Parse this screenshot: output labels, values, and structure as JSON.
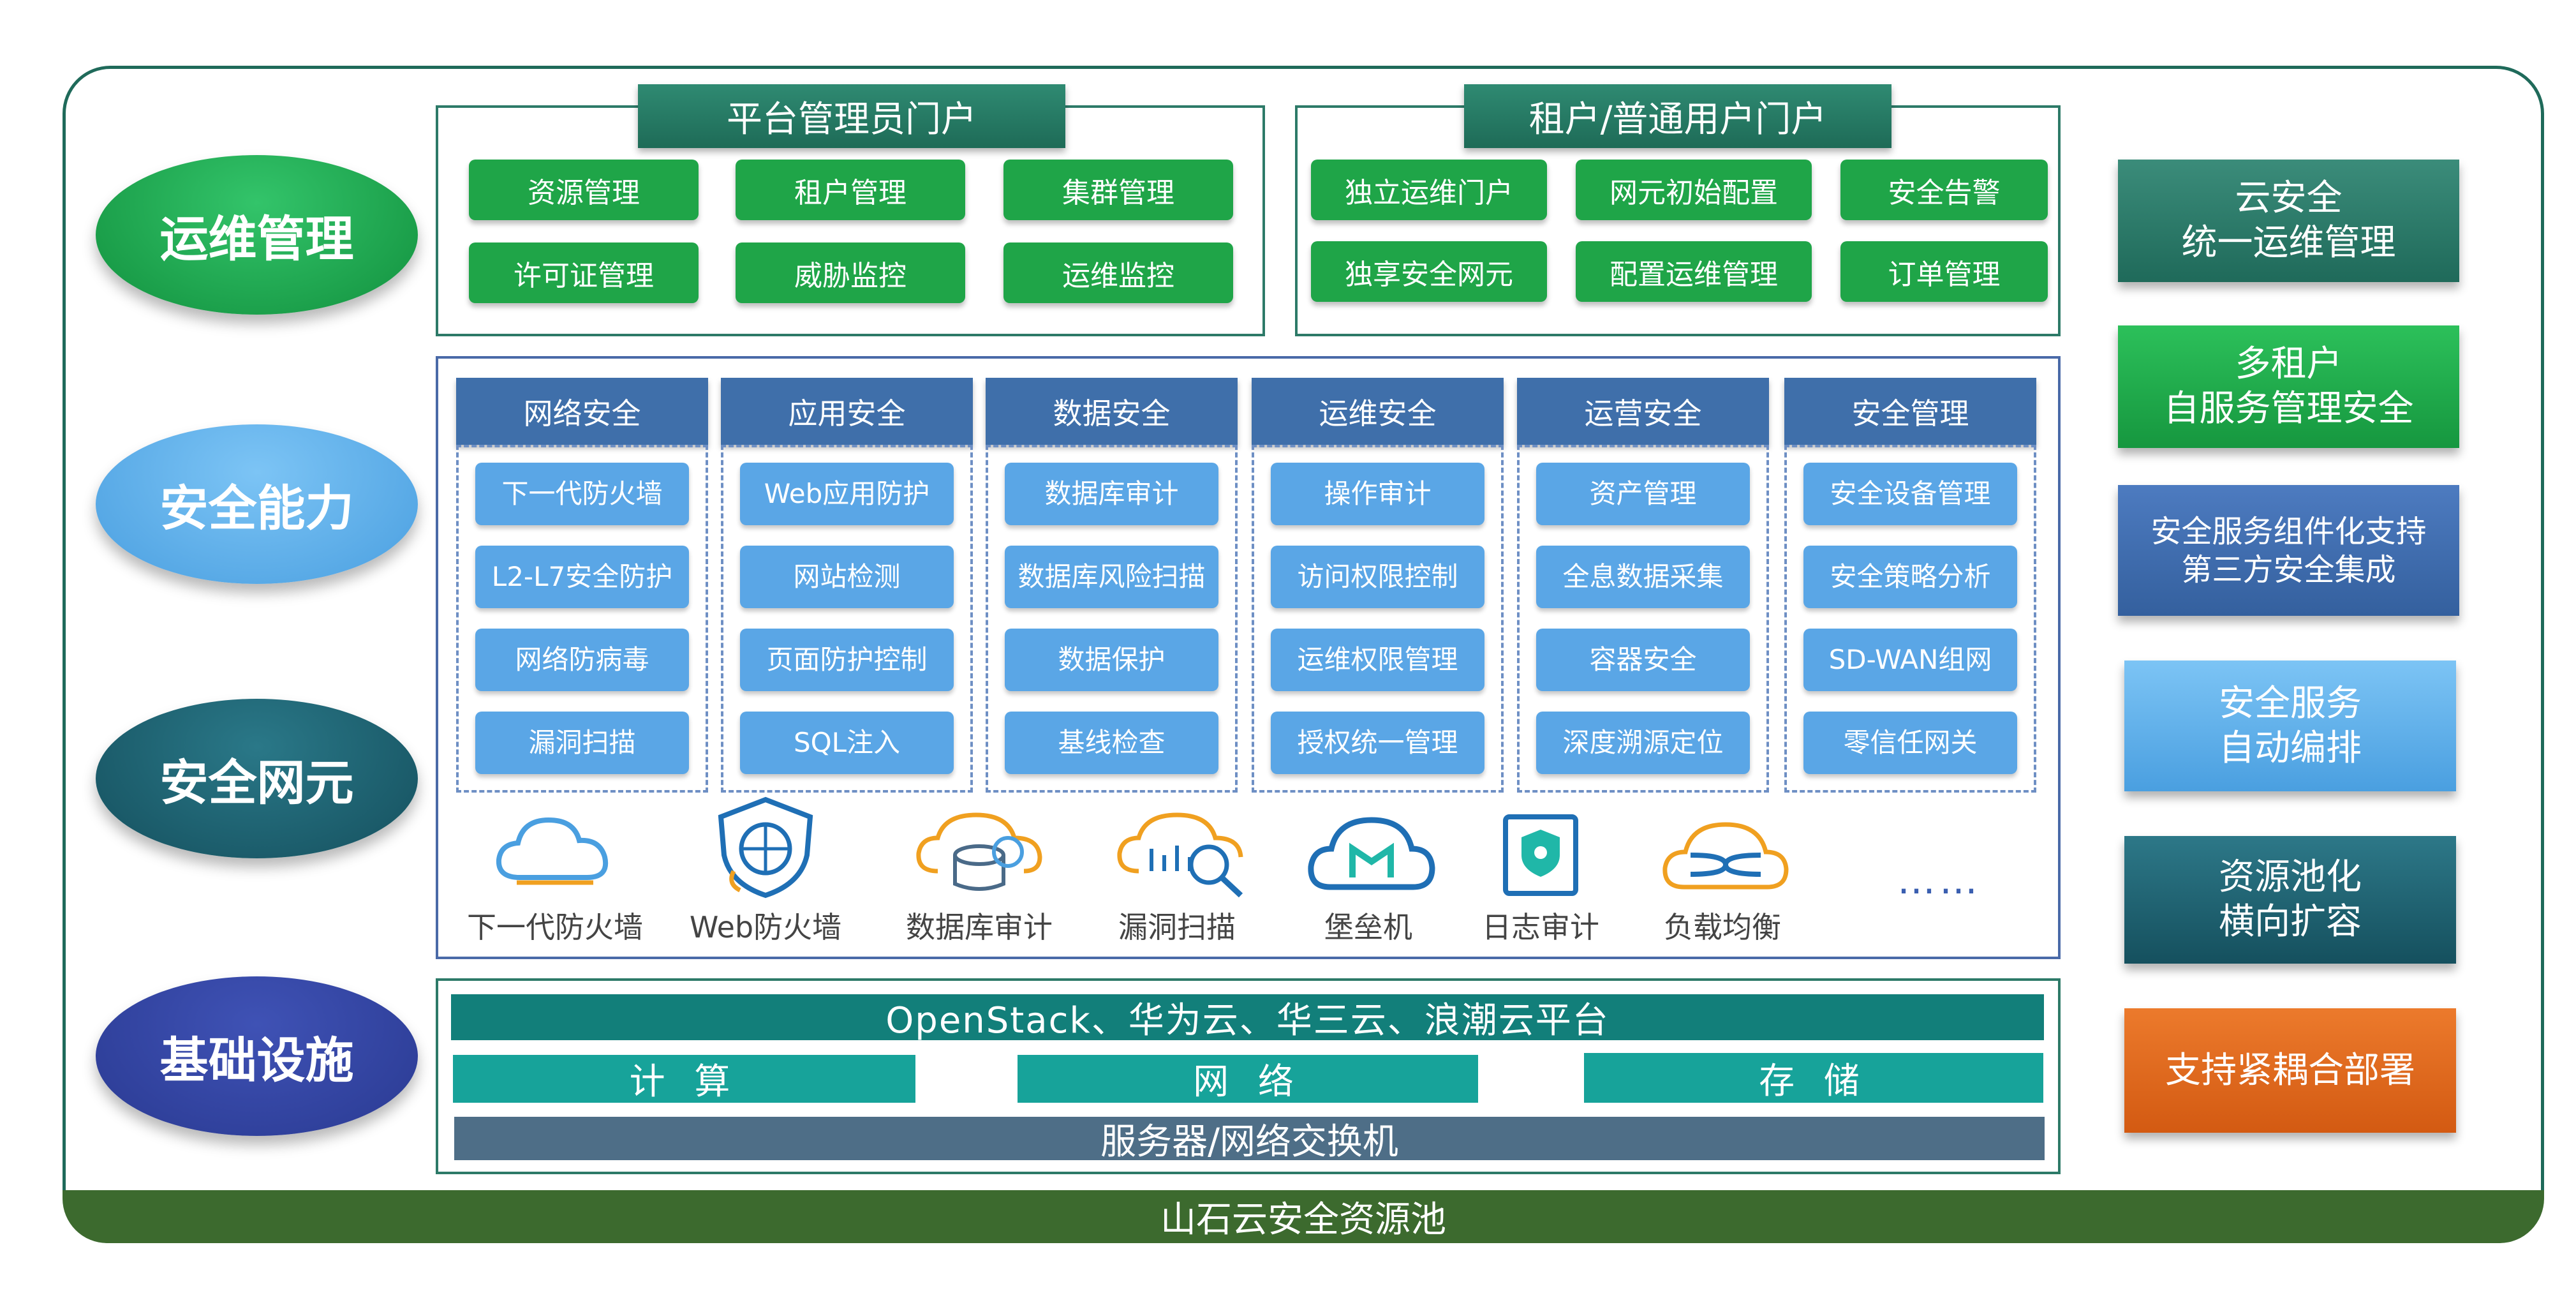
{
  "layers": {
    "ops": "运维管理",
    "capability": "安全能力",
    "element": "安全网元",
    "infra": "基础设施"
  },
  "admin_portal": {
    "title": "平台管理员门户",
    "items": [
      "资源管理",
      "租户管理",
      "集群管理",
      "许可证管理",
      "威胁监控",
      "运维监控"
    ]
  },
  "tenant_portal": {
    "title": "租户/普通用户门户",
    "items": [
      "独立运维门户",
      "网元初始配置",
      "安全告警",
      "独享安全网元",
      "配置运维管理",
      "订单管理"
    ]
  },
  "security_columns": [
    {
      "header": "网络安全",
      "items": [
        "下一代防火墙",
        "L2-L7安全防护",
        "网络防病毒",
        "漏洞扫描"
      ]
    },
    {
      "header": "应用安全",
      "items": [
        "Web应用防护",
        "网站检测",
        "页面防护控制",
        "SQL注入"
      ]
    },
    {
      "header": "数据安全",
      "items": [
        "数据库审计",
        "数据库风险扫描",
        "数据保护",
        "基线检查"
      ]
    },
    {
      "header": "运维安全",
      "items": [
        "操作审计",
        "访问权限控制",
        "运维权限管理",
        "授权统一管理"
      ]
    },
    {
      "header": "运营安全",
      "items": [
        "资产管理",
        "全息数据采集",
        "容器安全",
        "深度溯源定位"
      ]
    },
    {
      "header": "安全管理",
      "items": [
        "安全设备管理",
        "安全策略分析",
        "SD-WAN组网",
        "零信任网关"
      ]
    }
  ],
  "network_elements": [
    {
      "label": "下一代防火墙",
      "icon": "cloud-icon"
    },
    {
      "label": "Web防火墙",
      "icon": "globe-shield-icon"
    },
    {
      "label": "数据库审计",
      "icon": "database-cloud-icon"
    },
    {
      "label": "漏洞扫描",
      "icon": "cloud-scan-icon"
    },
    {
      "label": "堡垒机",
      "icon": "bastion-cloud-icon"
    },
    {
      "label": "日志审计",
      "icon": "log-audit-icon"
    },
    {
      "label": "负载均衡",
      "icon": "load-balance-cloud-icon"
    }
  ],
  "ellipsis": "……",
  "infrastructure": {
    "platforms": "OpenStack、华为云、华三云、浪潮云平台",
    "compute": "计 算",
    "network": "网 络",
    "storage": "存 储",
    "hardware": "服务器/网络交换机"
  },
  "right_features": [
    [
      "云安全",
      "统一运维管理"
    ],
    [
      "多租户",
      "自服务管理安全"
    ],
    [
      "安全服务组件化支持",
      "第三方安全集成"
    ],
    [
      "安全服务",
      "自动编排"
    ],
    [
      "资源池化",
      "横向扩容"
    ],
    [
      "支持紧耦合部署"
    ]
  ],
  "footer": "山石云安全资源池",
  "colors": {
    "green": "#1fa548",
    "blue_header": "#3f6faa",
    "light_blue": "#5aa6e6",
    "teal": "#127f7a",
    "orange": "#e0661c",
    "footer_green": "#3c6a2e"
  }
}
